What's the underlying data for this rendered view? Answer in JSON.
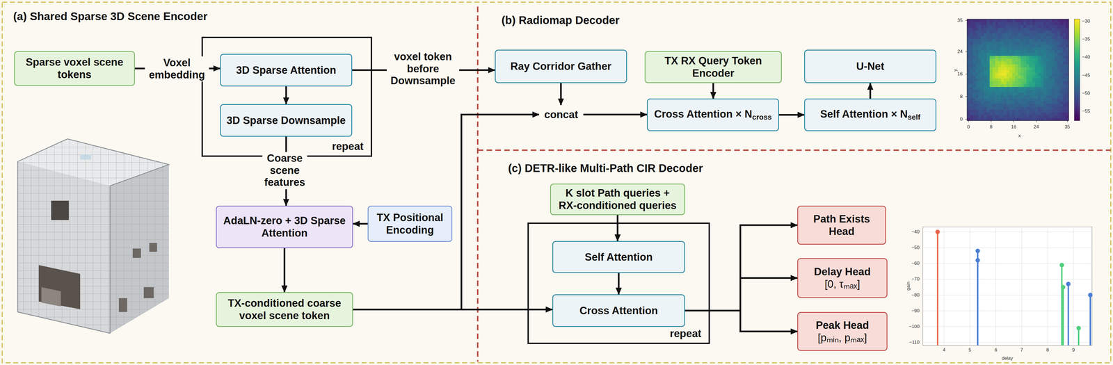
{
  "diagram": {
    "nodes": [
      {
        "text": [
          "(a) Shared Sparse 3D Scene Encoder"
        ]
      },
      {
        "text": [
          "Sparse voxel scene tokens"
        ],
        "in": 0
      },
      {
        "text": [
          "repeat"
        ],
        "in": 0
      },
      {
        "text": [
          "3D Sparse Attention"
        ],
        "in": 2
      },
      {
        "text": [
          "3D Sparse Downsample"
        ],
        "in": 2
      },
      {
        "text": [
          "AdaLN-zero + 3D Sparse Attention"
        ],
        "in": 0
      },
      {
        "text": [
          "TX Positional Encoding"
        ],
        "in": 0
      },
      {
        "text": [
          "TX-conditioned coarse voxel scene token"
        ],
        "in": 0
      },
      {
        "text": [
          "(b) Radiomap Decoder"
        ]
      },
      {
        "text": [
          "Ray Corridor Gather"
        ],
        "in": 8
      },
      {
        "text": [
          "concat"
        ],
        "in": 8
      },
      {
        "text": [
          "TX RX Query Token Encoder"
        ],
        "in": 8
      },
      {
        "text": [
          "Cross Attention × N",
          "cross"
        ],
        "in": 8
      },
      {
        "text": [
          "U-Net"
        ],
        "in": 8
      },
      {
        "text": [
          "Self Attention × N",
          "self"
        ],
        "in": 8
      },
      {
        "text": [
          "(c) DETR-like Multi-Path CIR Decoder"
        ]
      },
      {
        "text": [
          "K slot Path queries + RX-conditioned queries"
        ],
        "in": 15
      },
      {
        "text": [
          "repeat"
        ],
        "in": 15
      },
      {
        "text": [
          "Self Attention"
        ],
        "in": 17
      },
      {
        "text": [
          "Cross Attention"
        ],
        "in": 17
      },
      {
        "text": [
          "Path Exists Head"
        ],
        "in": 15
      },
      {
        "text": [
          "Delay Head",
          "[0, τₘₐₓ]"
        ],
        "in": 15
      },
      {
        "text": [
          "Peak Head",
          "[pₘᵢₙ, pₘₐₓ]"
        ],
        "in": 15
      }
    ],
    "edges": [
      {
        "from": 1,
        "to": 3,
        "label": "Voxel embedding",
        "arrow": "to"
      },
      {
        "from": 3,
        "to": 4,
        "arrow": "to"
      },
      {
        "from": 3,
        "to": 9,
        "label": "voxel token before Downsample",
        "arrow": "to"
      },
      {
        "from": 4,
        "to": 5,
        "label": "Coarse scene features",
        "arrow": "to"
      },
      {
        "from": 6,
        "to": 5,
        "arrow": "to"
      },
      {
        "from": 5,
        "to": 7,
        "arrow": "to"
      },
      {
        "from": 7,
        "to": 10,
        "arrow": "to"
      },
      {
        "from": 7,
        "to": 19,
        "arrow": "to"
      },
      {
        "from": 9,
        "to": 10,
        "arrow": "to"
      },
      {
        "from": 10,
        "to": 12,
        "arrow": "to"
      },
      {
        "from": 11,
        "to": 12,
        "arrow": "to"
      },
      {
        "from": 12,
        "to": 14,
        "arrow": "to"
      },
      {
        "from": 14,
        "to": 13,
        "arrow": "to"
      },
      {
        "from": 16,
        "to": 18,
        "arrow": "to"
      },
      {
        "from": 18,
        "to": 19,
        "arrow": "to"
      },
      {
        "from": 19,
        "to": 20,
        "arrow": "to"
      },
      {
        "from": 19,
        "to": 21,
        "arrow": "to"
      },
      {
        "from": 19,
        "to": 22,
        "arrow": "to"
      }
    ],
    "labels": [
      "35",
      "24",
      "16",
      "8",
      "0",
      "0",
      "8",
      "16",
      "24",
      "35",
      "x",
      "y",
      "−30",
      "−35",
      "−40",
      "−45",
      "−50",
      "−55",
      "−40",
      "−50",
      "−60",
      "−70",
      "−80",
      "−90",
      "−100",
      "−110",
      "4",
      "5",
      "6",
      "7",
      "8",
      "9",
      "gain",
      "delay"
    ]
  }
}
